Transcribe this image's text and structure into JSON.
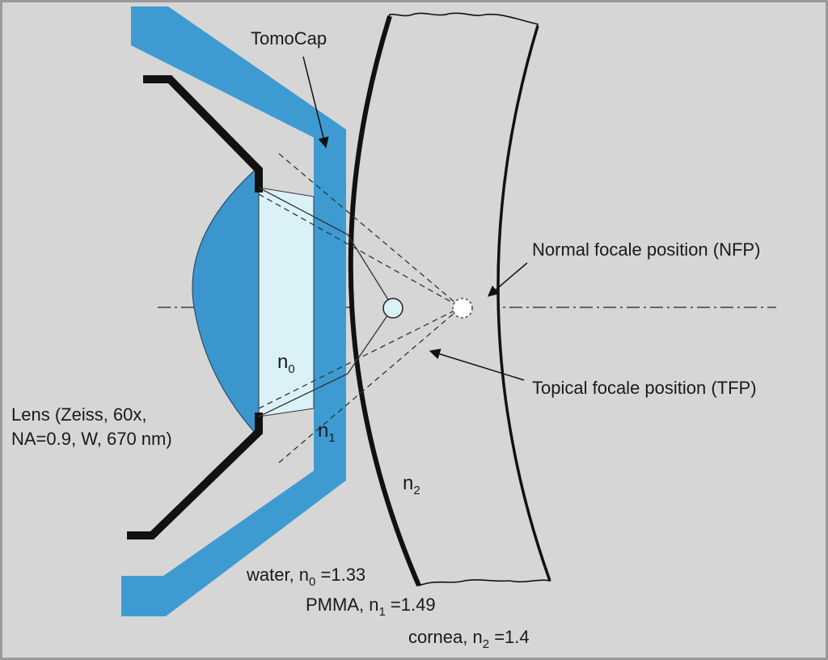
{
  "colors": {
    "background": "#d6d6d6",
    "frame": "#999999",
    "cap_blue": "#3d9bd1",
    "lens_blue": "#3b96ce",
    "water_fill": "#daf1f7",
    "line": "#111111"
  },
  "labels": {
    "tomocap": "TomoCap",
    "nfp": "Normal focale position (NFP)",
    "tfp": "Topical focale position (TFP)",
    "lens_line1": "Lens (Zeiss, 60x,",
    "lens_line2": "NA=0.9, W, 670 nm)",
    "n0_sym": "n",
    "n0_sub": "0",
    "n1_sym": "n",
    "n1_sub": "1",
    "n2_sym": "n",
    "n2_sub": "2",
    "water_pre": "water, n",
    "water_sub": "0",
    "water_post": " =1.33",
    "pmma_pre": "PMMA, n",
    "pmma_sub": "1",
    "pmma_post": " =1.49",
    "cornea_pre": "cornea, n",
    "cornea_sub": "2",
    "cornea_post": " =1.4"
  }
}
